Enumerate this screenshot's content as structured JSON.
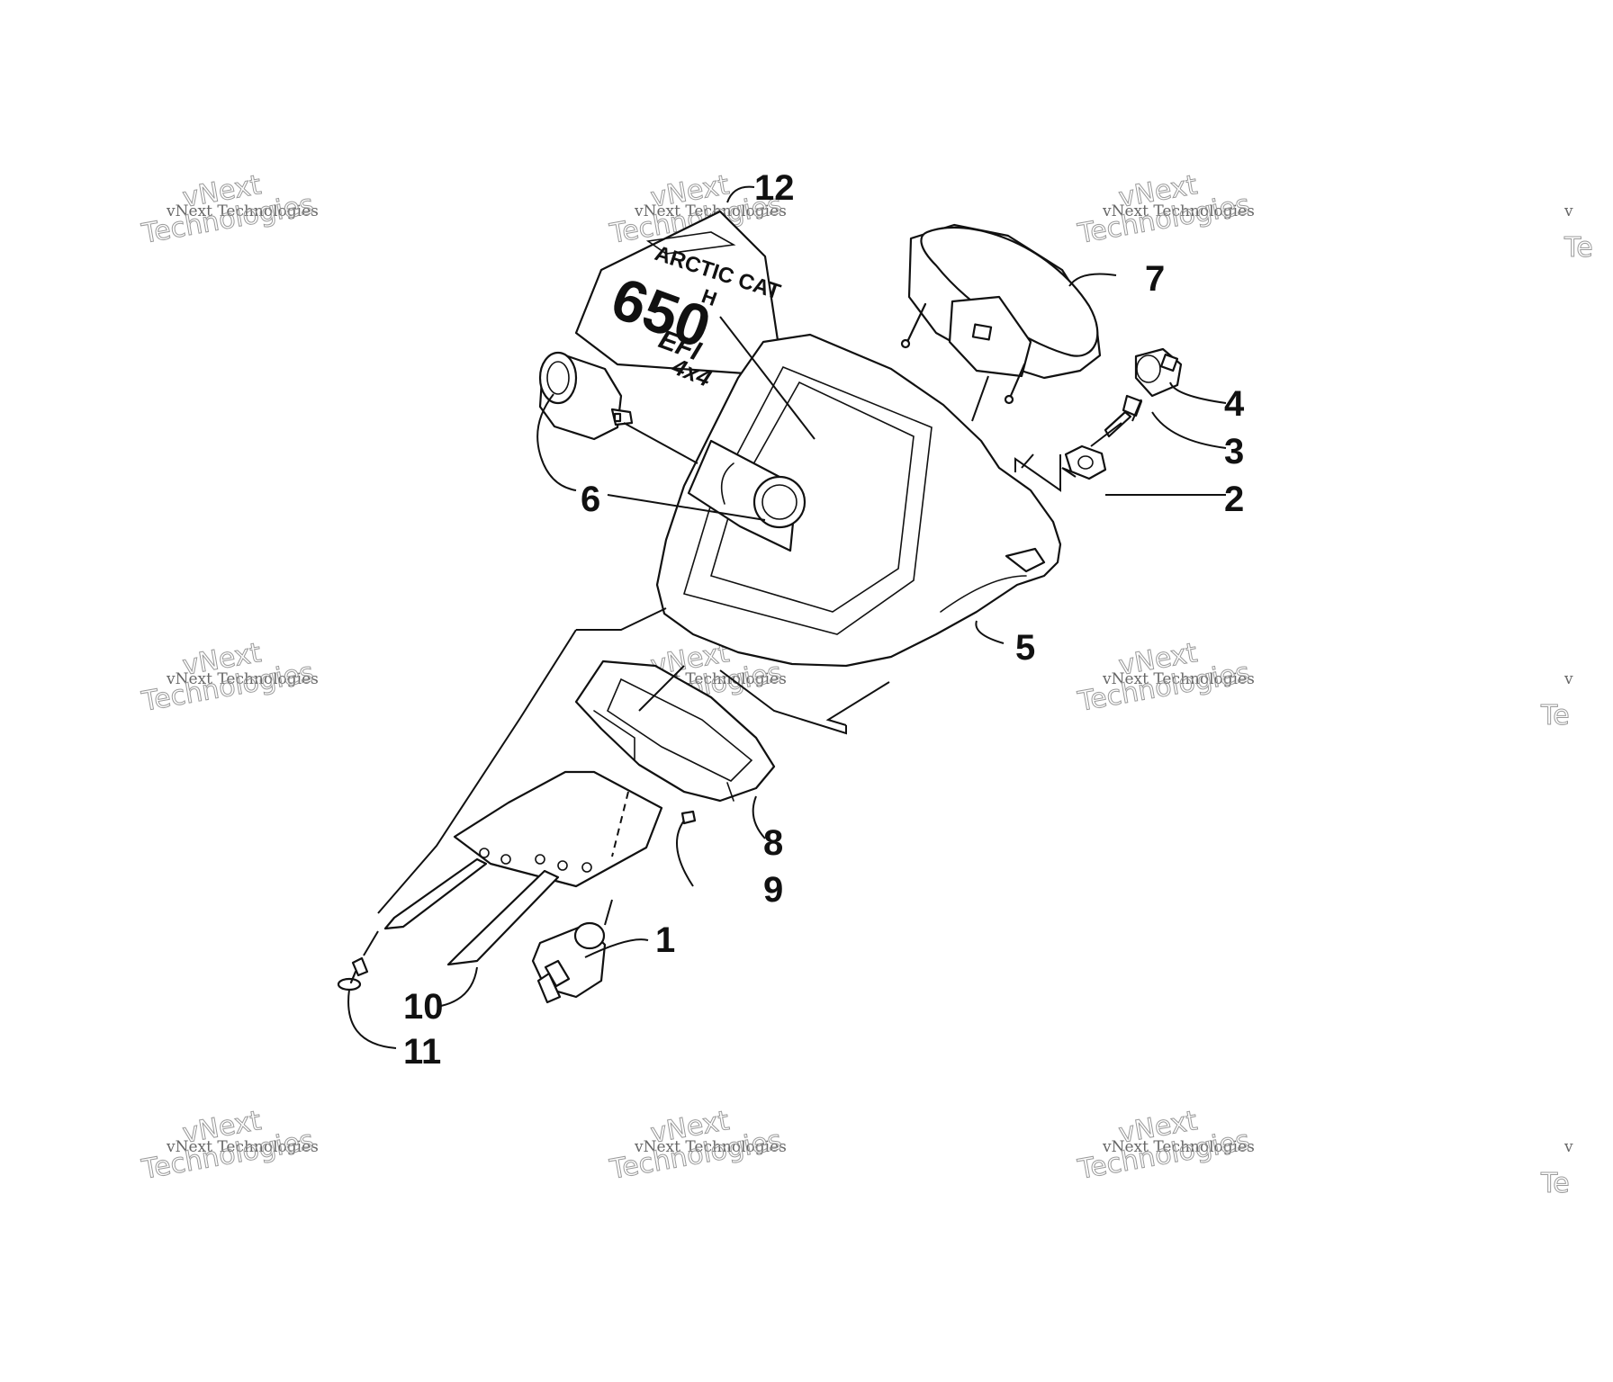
{
  "watermark": {
    "line1": "vNext Technologies",
    "line2": "Technologies",
    "line3": "vNext",
    "edge": "v",
    "edge2": "Te"
  },
  "decal": {
    "brand": "ARCTIC CAT",
    "model": "650",
    "suffix": "H",
    "efi": "EFI",
    "drive": "4x4"
  },
  "callouts": [
    "1",
    "2",
    "3",
    "4",
    "5",
    "6",
    "7",
    "8",
    "9",
    "10",
    "11",
    "12"
  ],
  "colors": {
    "line": "#111111",
    "watermark": "#9a9a9a",
    "background": "#ffffff"
  }
}
